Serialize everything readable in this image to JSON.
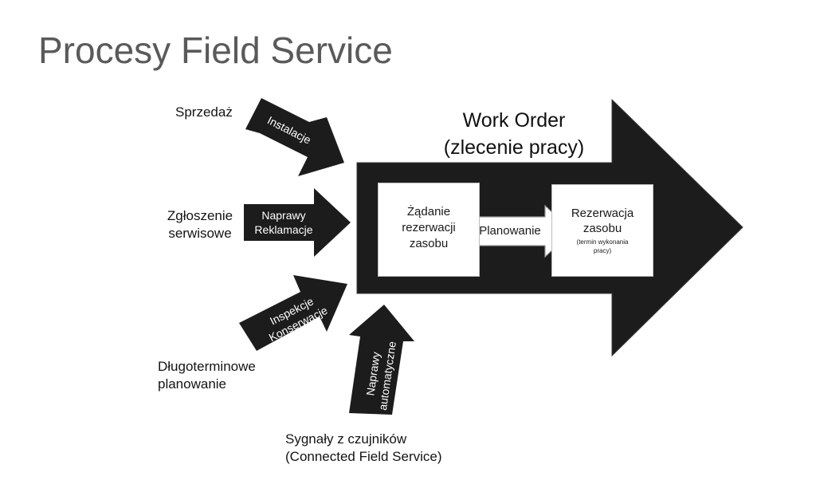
{
  "title": "Procesy Field Service",
  "work_order": {
    "line1": "Work Order",
    "line2": "(zlecenie pracy)"
  },
  "sources": {
    "sales": "Sprzedaż",
    "service_request_line1": "Zgłoszenie",
    "service_request_line2": "serwisowe",
    "long_term_line1": "Długoterminowe",
    "long_term_line2": "planowanie",
    "sensors_line1": "Sygnały z czujników",
    "sensors_line2": "(Connected Field Service)"
  },
  "arrows": {
    "installations": "Instalacje",
    "repairs_line1": "Naprawy",
    "repairs_line2": "Reklamacje",
    "inspections_line1": "Inspekcje",
    "inspections_line2": "Konserwacje",
    "auto_repairs_line1": "Naprawy",
    "auto_repairs_line2": "automatyczne"
  },
  "process": {
    "request_line1": "Żądanie",
    "request_line2": "rezerwacji",
    "request_line3": "zasobu",
    "planning": "Planowanie",
    "reservation_line1": "Rezerwacja",
    "reservation_line2": "zasobu",
    "reservation_note_line1": "(termin wykonania",
    "reservation_note_line2": "pracy)"
  },
  "colors": {
    "arrow_fill": "#1c1c1c",
    "title_color": "#5a5a5a"
  }
}
